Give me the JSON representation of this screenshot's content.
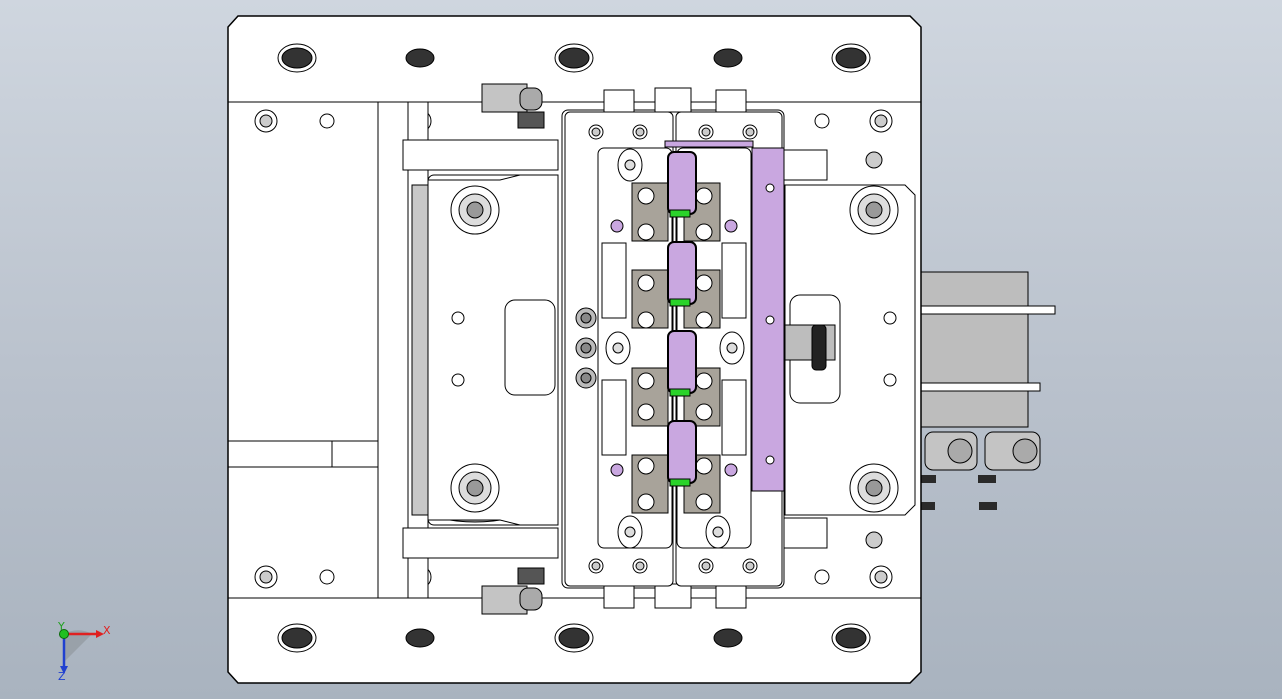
{
  "axes": {
    "x_label": "X",
    "y_label": "Y",
    "z_label": "Z",
    "x_color": "#e02020",
    "y_color": "#20c020",
    "z_color": "#2040d0"
  },
  "colors": {
    "viewport_top": "#cfd6df",
    "viewport_bottom": "#a9b3bf",
    "part_fill": "#ffffff",
    "part_stroke": "#000000",
    "metal_gray": "#b8b8b8",
    "dark_gray": "#8c8c8c",
    "block_gray": "#a8a39a",
    "accent_purple": "#c9a7e0",
    "accent_green": "#2ad32a",
    "slot_black": "#2a2a2a"
  }
}
